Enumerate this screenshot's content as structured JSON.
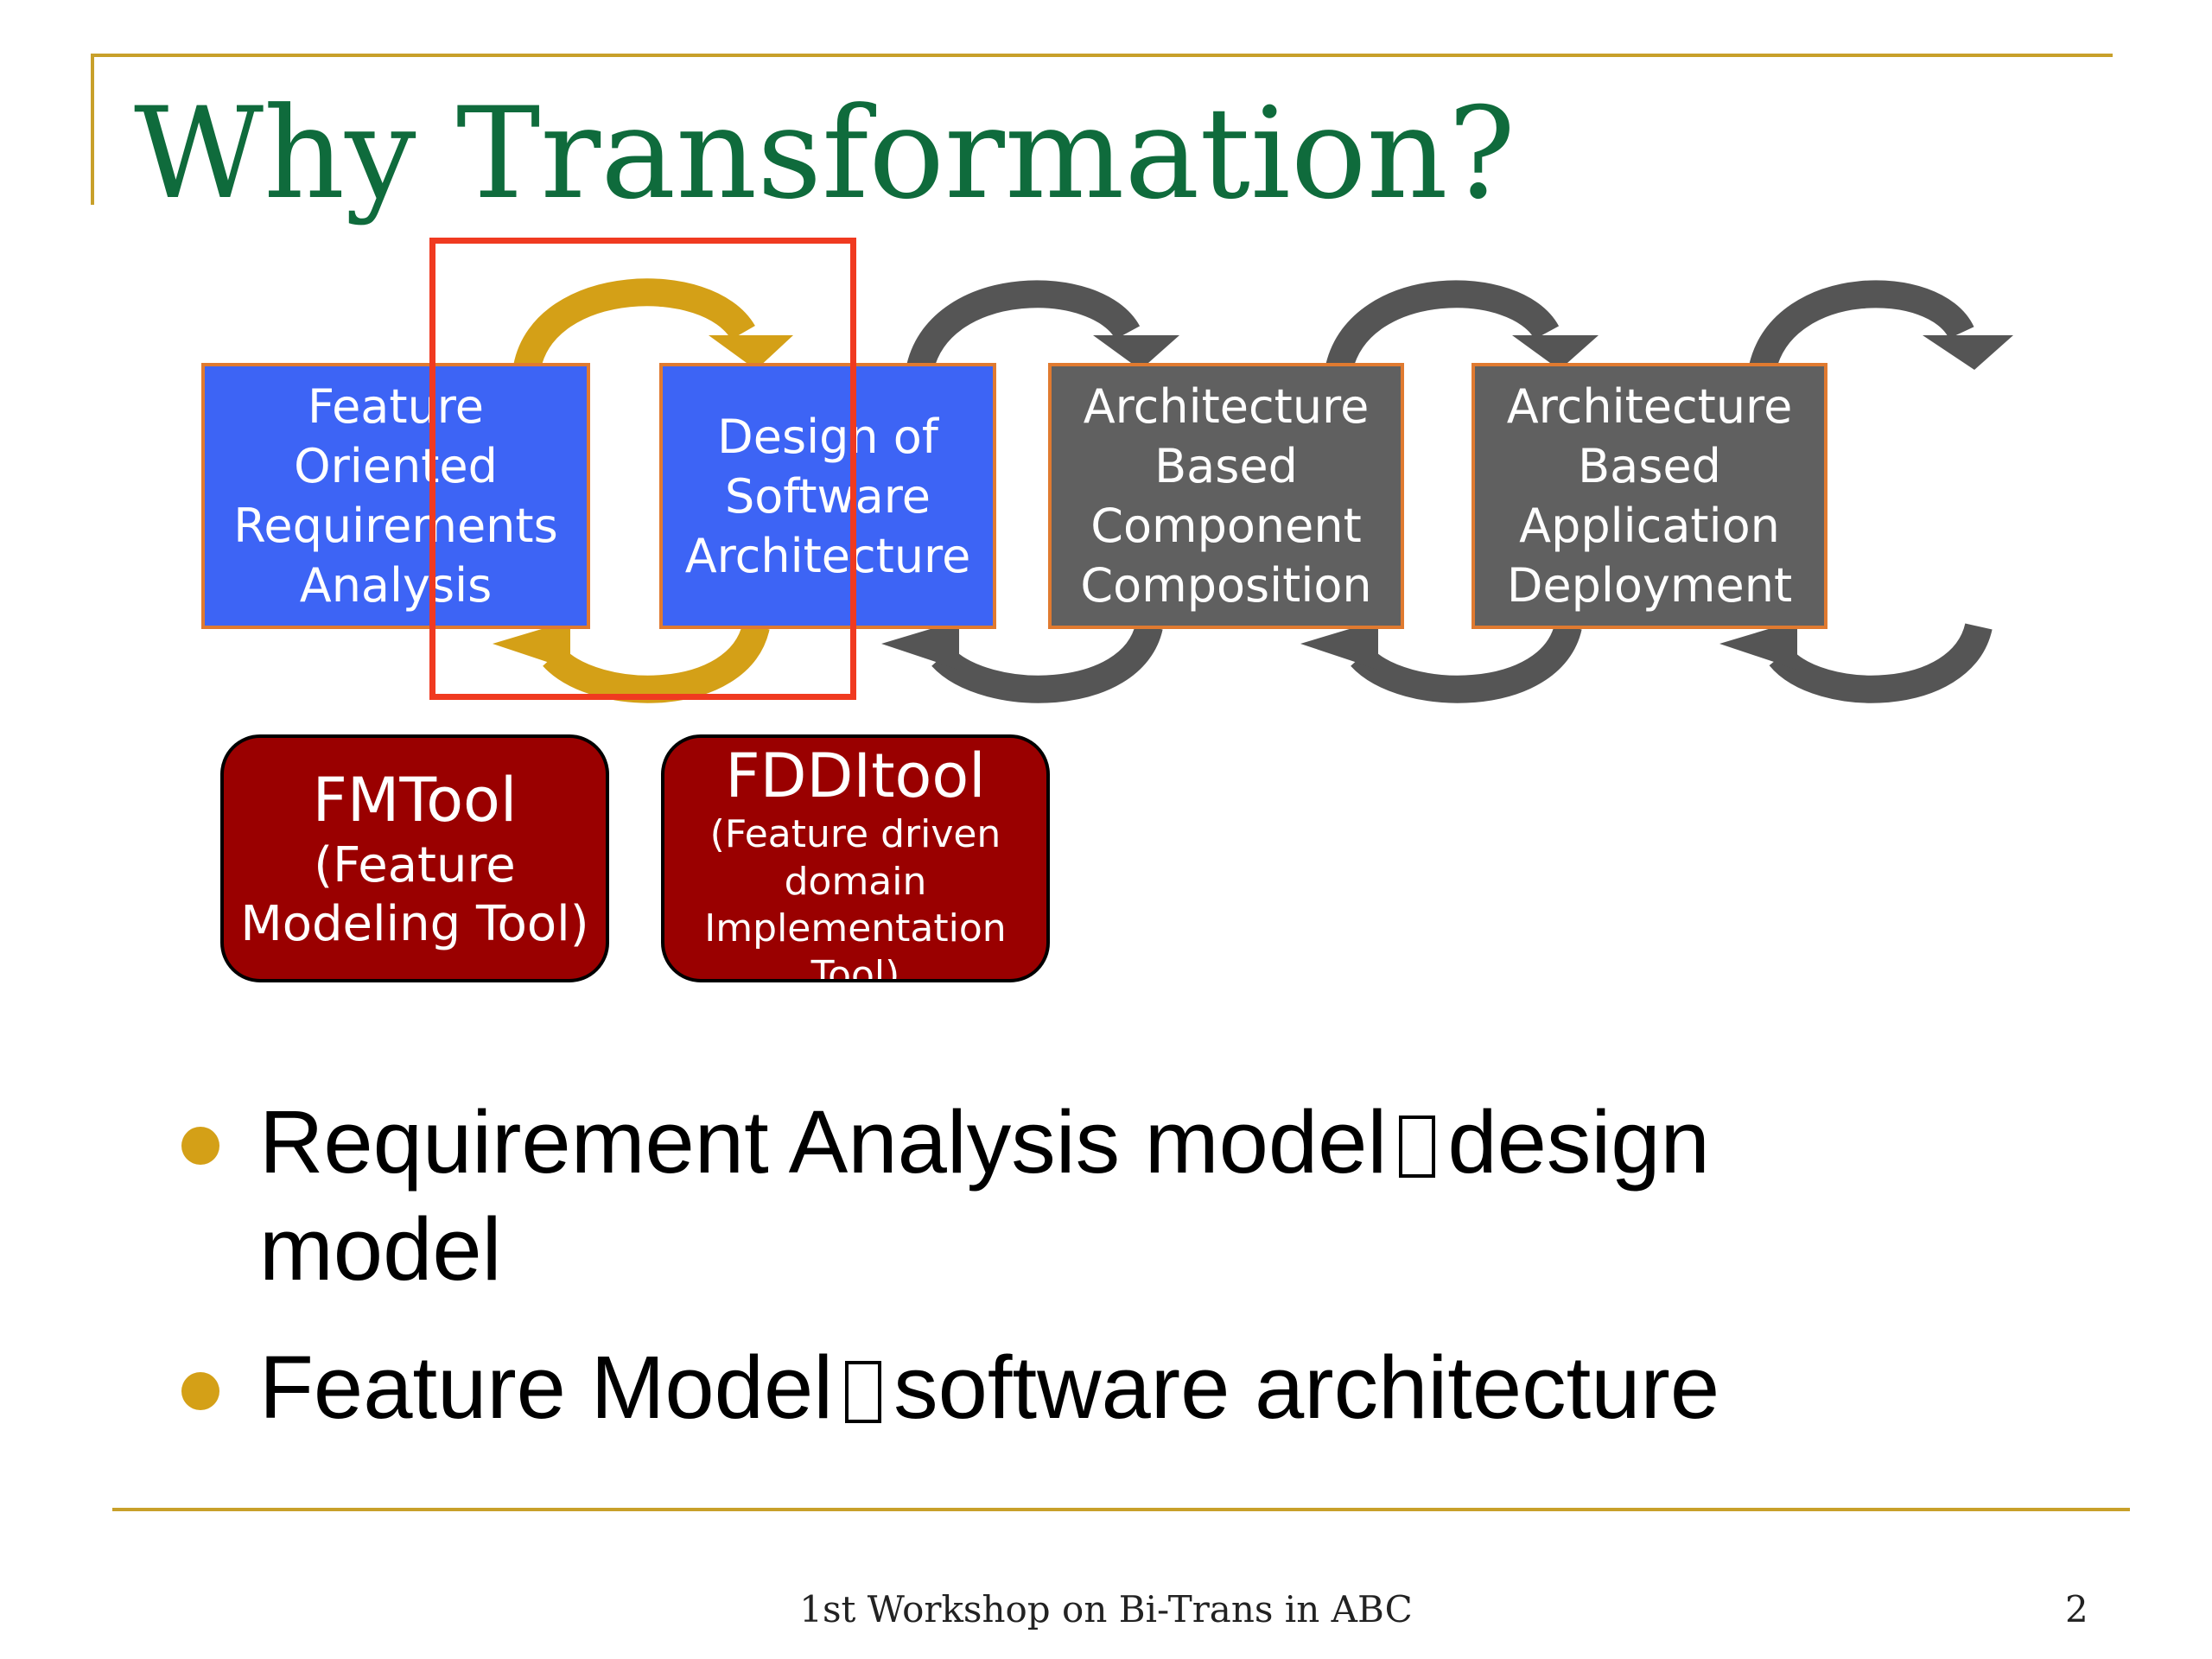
{
  "slide": {
    "title": "Why Transformation?",
    "colors": {
      "title_green": "#0f6b3c",
      "accent_gold": "#c8a02a",
      "box_blue": "#3d64f5",
      "box_gray": "#606060",
      "tool_red": "#9a0000",
      "highlight_red": "#f03a20",
      "cycle_arrow_gold": "#d4a017",
      "cycle_arrow_gray": "#555555"
    },
    "process_boxes": [
      {
        "lines": [
          "Feature",
          "Oriented",
          "Requirements",
          "Analysis"
        ]
      },
      {
        "lines": [
          "Design of",
          "Software",
          "Architecture"
        ]
      },
      {
        "lines": [
          "Architecture",
          "Based",
          "Component",
          "Composition"
        ]
      },
      {
        "lines": [
          "Architecture",
          "Based",
          "Application",
          "Deployment"
        ]
      }
    ],
    "tools": [
      {
        "name": "FMTool",
        "desc_lines": [
          "(Feature",
          "Modeling Tool)"
        ]
      },
      {
        "name": "FDDItool",
        "desc_lines": [
          "(Feature driven",
          "domain",
          "Implementation",
          "Tool)"
        ]
      }
    ],
    "bullets": [
      {
        "before": "Requirement Analysis model",
        "after": "design",
        "line2": "model"
      },
      {
        "before": "Feature Model",
        "after": "software architecture"
      }
    ],
    "footer": "1st Workshop on Bi-Trans in ABC",
    "page_number": "2"
  }
}
